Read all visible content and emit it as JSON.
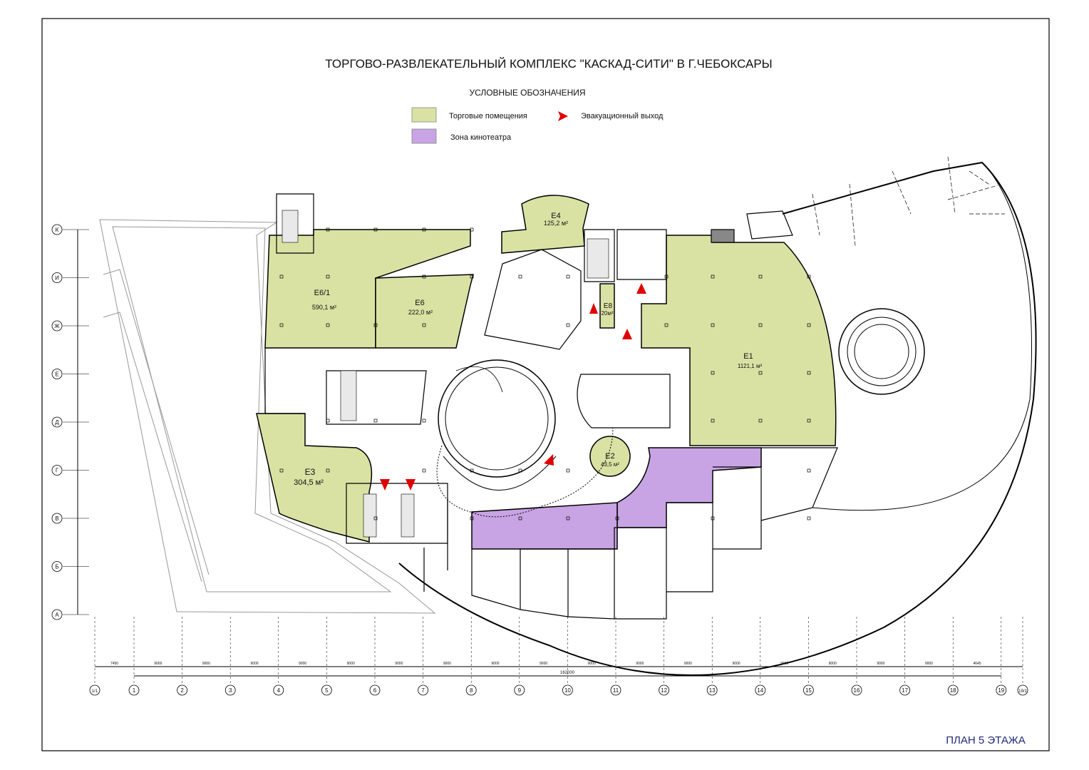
{
  "title": "ТОРГОВО-РАЗВЛЕКАТЕЛЬНЫЙ КОМПЛЕКС \"КАСКАД-СИТИ\" В Г.ЧЕБОКСАРЫ",
  "legend": {
    "heading": "УСЛОВНЫЕ ОБОЗНАЧЕНИЯ",
    "retail_label": "Торговые помещения",
    "cinema_label": "Зона кинотеатра",
    "exit_label": "Эвакуационный выход"
  },
  "colors": {
    "retail": "#d9e2a3",
    "cinema": "#c8a4e4",
    "exit_arrow": "#e00000",
    "line": "#000000",
    "plan_label": "#1f2a7a"
  },
  "units": [
    {
      "id": "E6/1",
      "area": "590,1 м²"
    },
    {
      "id": "E6",
      "area": "222,0 м²"
    },
    {
      "id": "E4",
      "area": "125,2 м²"
    },
    {
      "id": "E8",
      "area": "20м²"
    },
    {
      "id": "E1",
      "area": "1121,1 м²"
    },
    {
      "id": "E2",
      "area": "43,5 м²"
    },
    {
      "id": "E3",
      "area": "304,5 м²"
    }
  ],
  "row_axes": [
    "К",
    "И",
    "Ж",
    "Е",
    "Д",
    "Г",
    "В",
    "Б",
    "А"
  ],
  "column_axes": [
    "1/1",
    "1",
    "2",
    "3",
    "4",
    "5",
    "6",
    "7",
    "8",
    "9",
    "10",
    "11",
    "12",
    "13",
    "14",
    "15",
    "16",
    "17",
    "18",
    "19",
    "19/1"
  ],
  "dimensions": {
    "spans": [
      "7450",
      "9000",
      "9000",
      "9000",
      "9000",
      "9000",
      "9000",
      "9000",
      "9000",
      "9000",
      "9000",
      "9000",
      "9000",
      "9000",
      "9000",
      "9000",
      "9000",
      "9000",
      "4645"
    ],
    "overall": "162000"
  },
  "plan_label": "ПЛАН  5 ЭТАЖА"
}
